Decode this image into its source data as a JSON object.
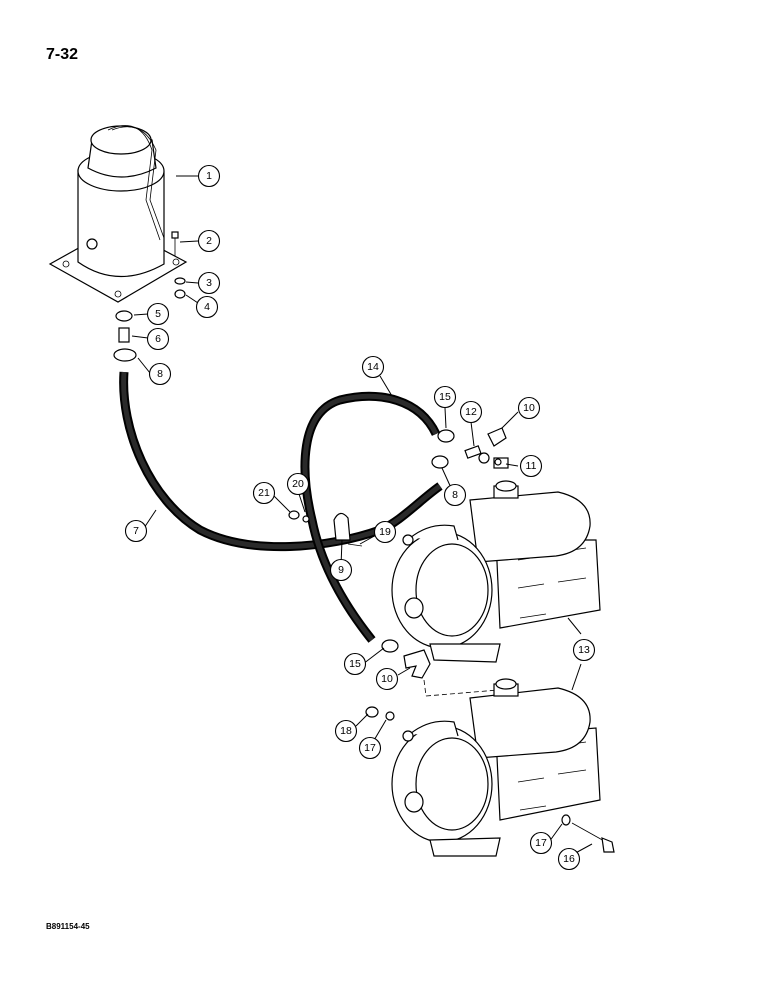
{
  "page_number": "7-32",
  "drawing_code": "B891154-45",
  "callouts": [
    "1",
    "2",
    "3",
    "4",
    "5",
    "6",
    "8",
    "14",
    "15",
    "12",
    "10",
    "11",
    "20",
    "21",
    "7",
    "8",
    "19",
    "9",
    "13",
    "15",
    "10",
    "18",
    "17",
    "17",
    "16"
  ]
}
